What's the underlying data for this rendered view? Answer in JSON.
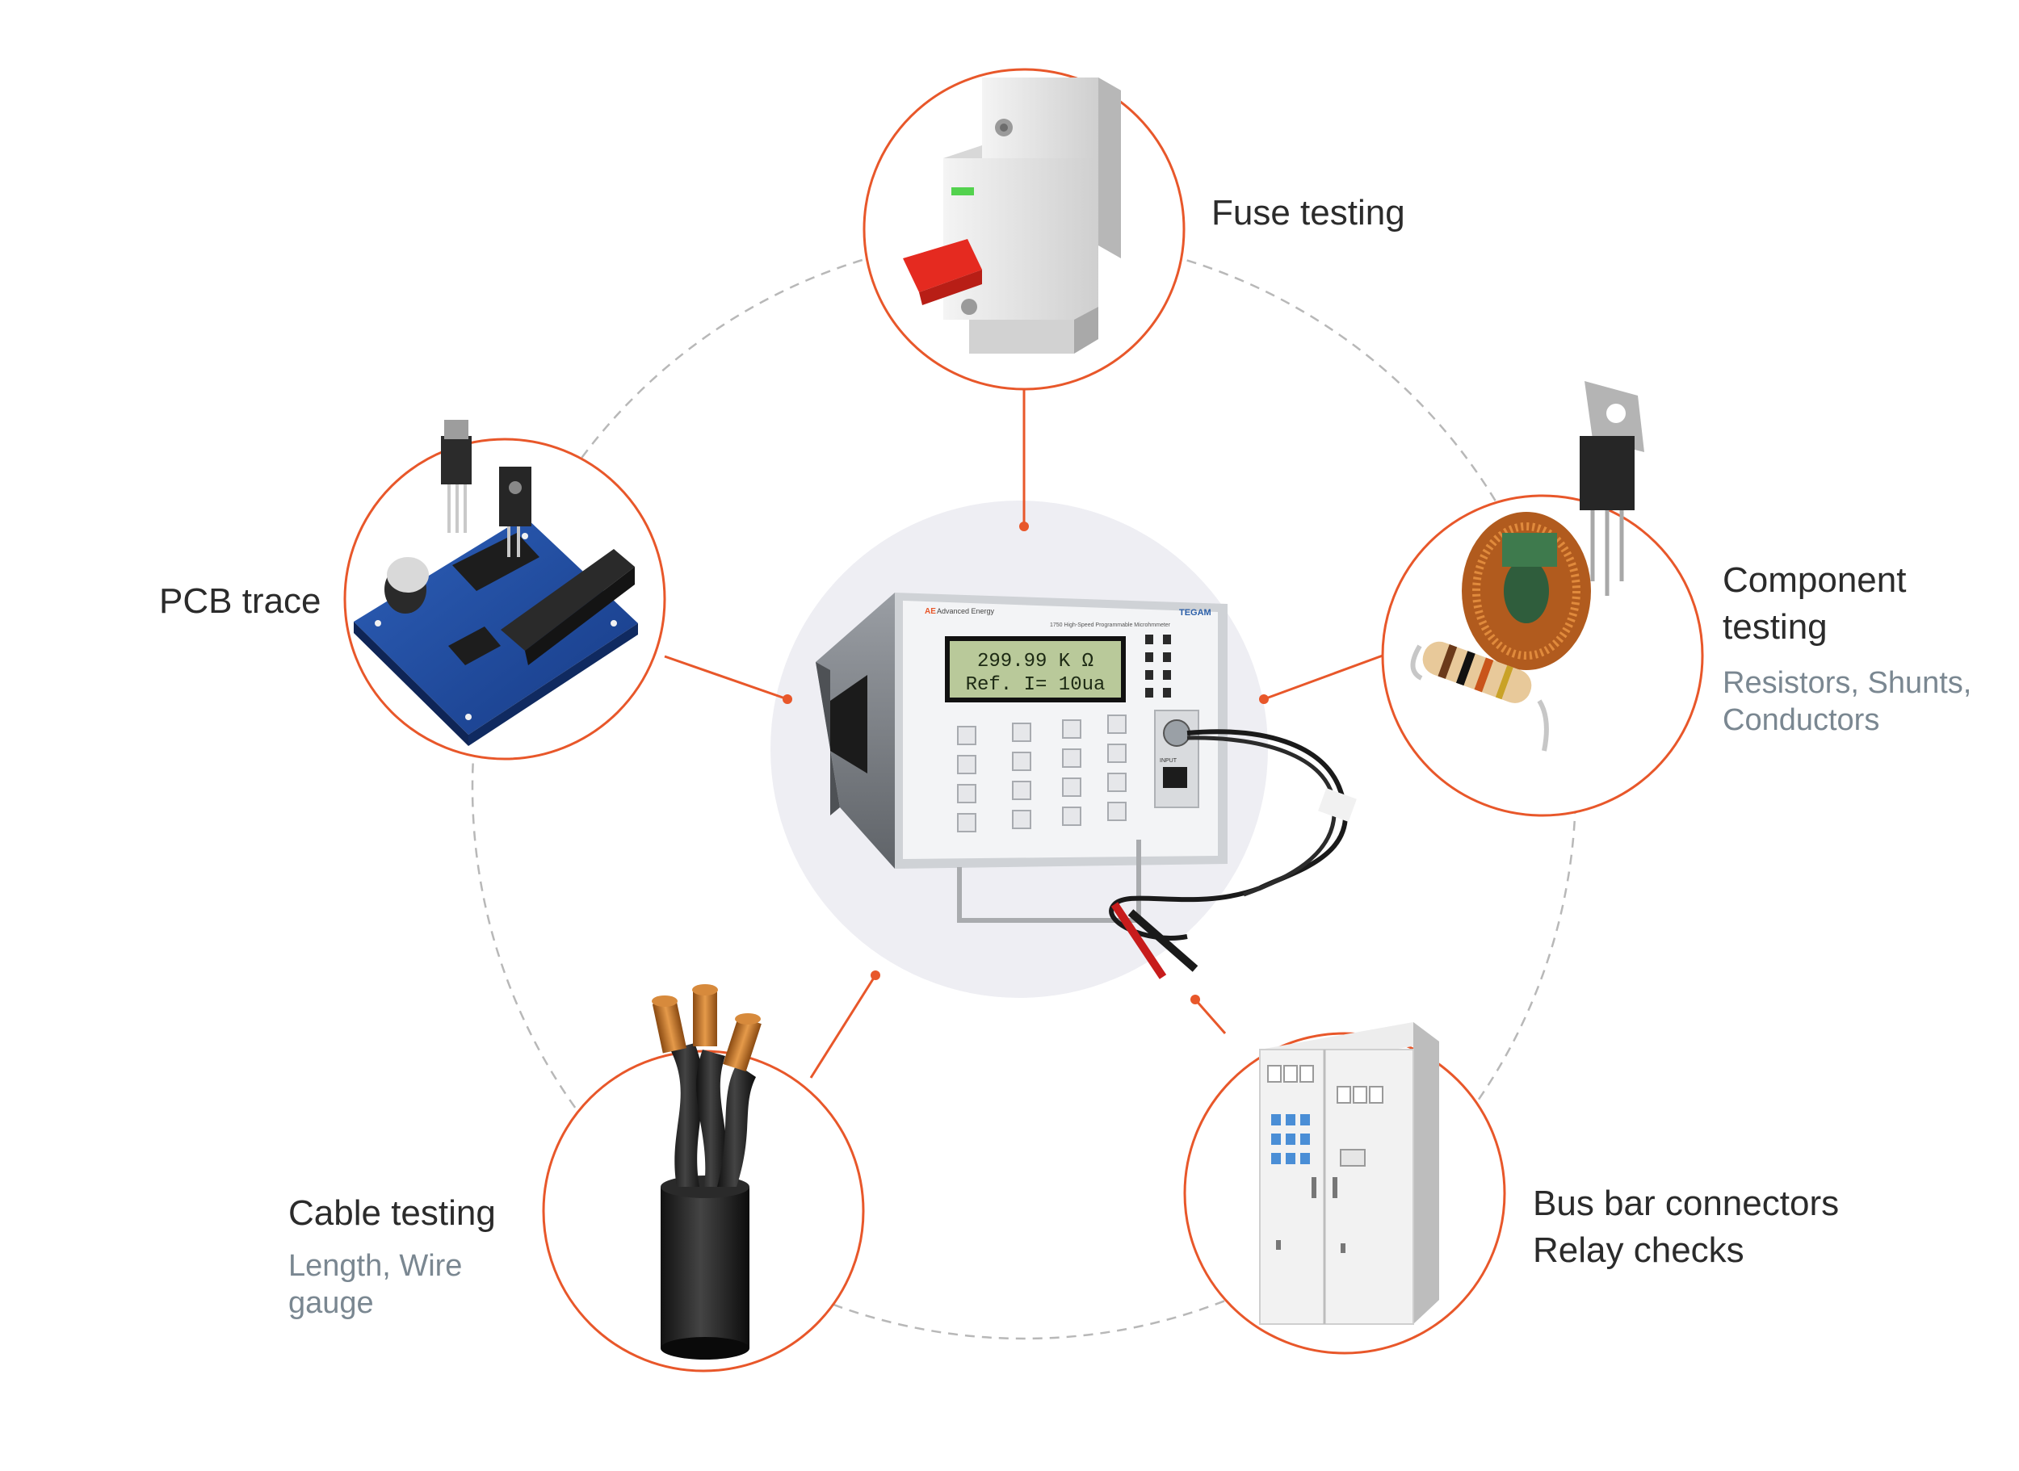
{
  "diagram": {
    "center": {
      "brand": "Advanced Energy",
      "brand_logo_mark": "AE",
      "maker": "TEGAM",
      "model": "1750 High-Speed Programmable Microhmmeter",
      "display_line1": "299.99 K Ω",
      "display_line2": "Ref. I= 10ua",
      "port_label": "INPUT"
    },
    "applications": [
      {
        "id": "fuse",
        "title_lines": [
          "Fuse testing"
        ],
        "subtitle_lines": []
      },
      {
        "id": "component",
        "title_lines": [
          "Component",
          "testing"
        ],
        "subtitle_lines": [
          "Resistors, Shunts,",
          "Conductors"
        ]
      },
      {
        "id": "busbar",
        "title_lines": [
          "Bus bar connectors",
          "Relay checks"
        ],
        "subtitle_lines": []
      },
      {
        "id": "cable",
        "title_lines": [
          "Cable testing"
        ],
        "subtitle_lines": [
          "Length, Wire",
          "gauge"
        ]
      },
      {
        "id": "pcb",
        "title_lines": [
          "PCB trace"
        ],
        "subtitle_lines": []
      }
    ],
    "colors": {
      "accent": "#e8572a",
      "dashed_ring": "#b8b8b8",
      "hub_background": "#eeeef3",
      "label_text": "#2b2b2b",
      "sub_text": "#7a8791",
      "lcd_green": "#b9c99a"
    }
  }
}
